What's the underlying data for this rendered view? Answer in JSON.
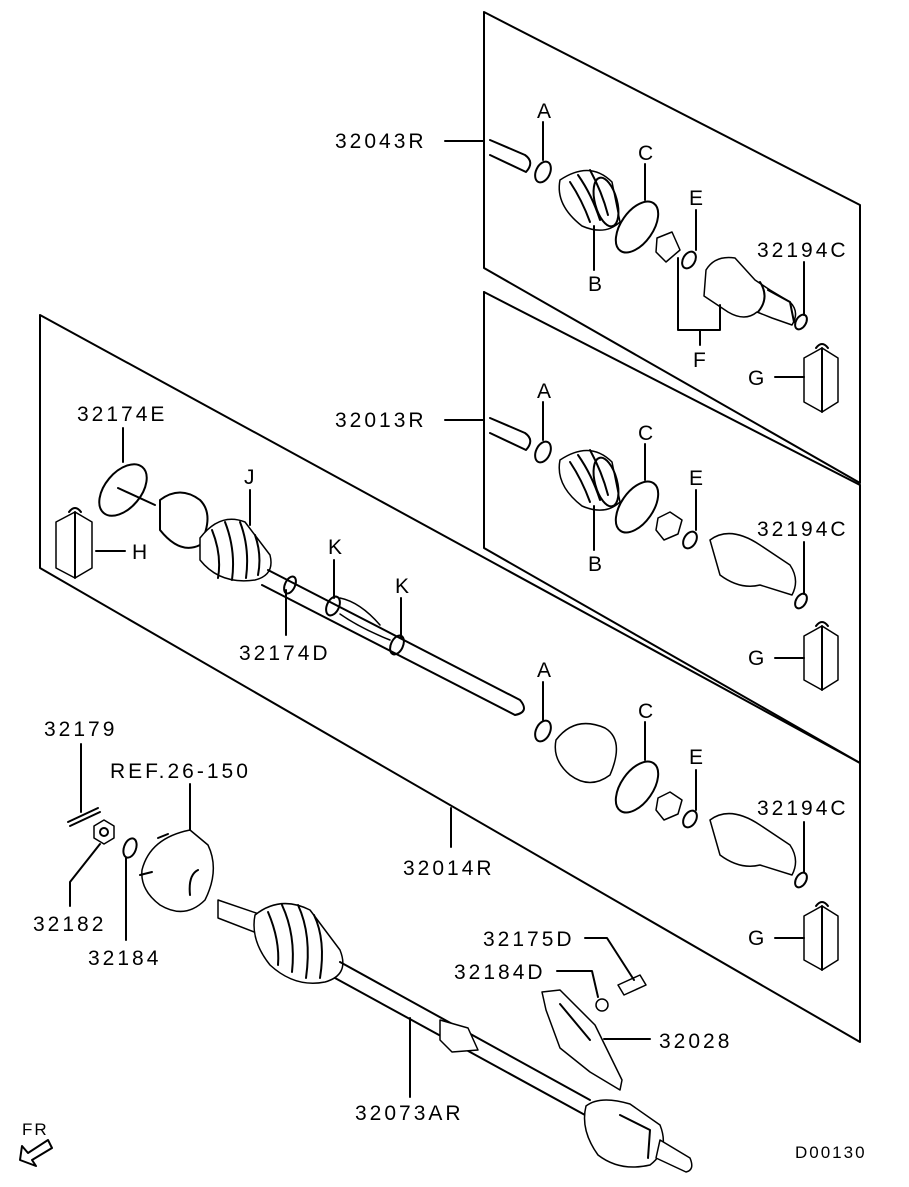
{
  "diagram": {
    "type": "exploded parts diagram",
    "subject": "Front drive shaft assembly",
    "drawing_code": "D00130",
    "direction_indicator": "FR",
    "kit_groups": [
      {
        "part_number": "32043R",
        "items": [
          "A",
          "B",
          "C",
          "E",
          "F",
          "32194C",
          "G"
        ]
      },
      {
        "part_number": "32013R",
        "items": [
          "A",
          "B",
          "C",
          "E",
          "32194C",
          "G"
        ]
      },
      {
        "part_number": "32014R",
        "items": [
          "32174E",
          "H",
          "J",
          "32174D",
          "K",
          "K",
          "A",
          "C",
          "E",
          "32194C",
          "G"
        ]
      }
    ],
    "labels": {
      "p32043R": "32043R",
      "p32013R": "32013R",
      "p32014R": "32014R",
      "p32174E": "32174E",
      "p32174D": "32174D",
      "p32194C": "32194C",
      "p32179": "32179",
      "p32182": "32182",
      "p32184": "32184",
      "p32175D": "32175D",
      "p32184D": "32184D",
      "p32028": "32028",
      "p32073AR": "32073AR",
      "ref": "REF.26-150",
      "A": "A",
      "B": "B",
      "C": "C",
      "E": "E",
      "F": "F",
      "G": "G",
      "H": "H",
      "J": "J",
      "K": "K"
    }
  }
}
